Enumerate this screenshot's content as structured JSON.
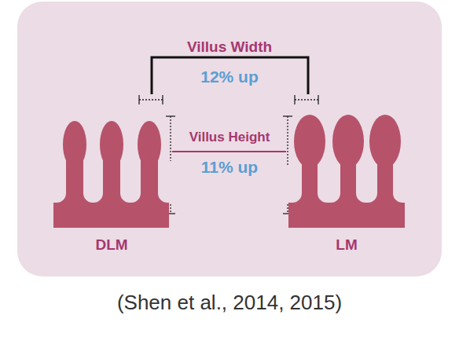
{
  "diagram": {
    "caption": "(Shen et al., 2014, 2015)",
    "labels": [
      "Villus Width",
      "12% up",
      "Villus Height",
      "11% up",
      "DLM",
      "LM"
    ]
  }
}
